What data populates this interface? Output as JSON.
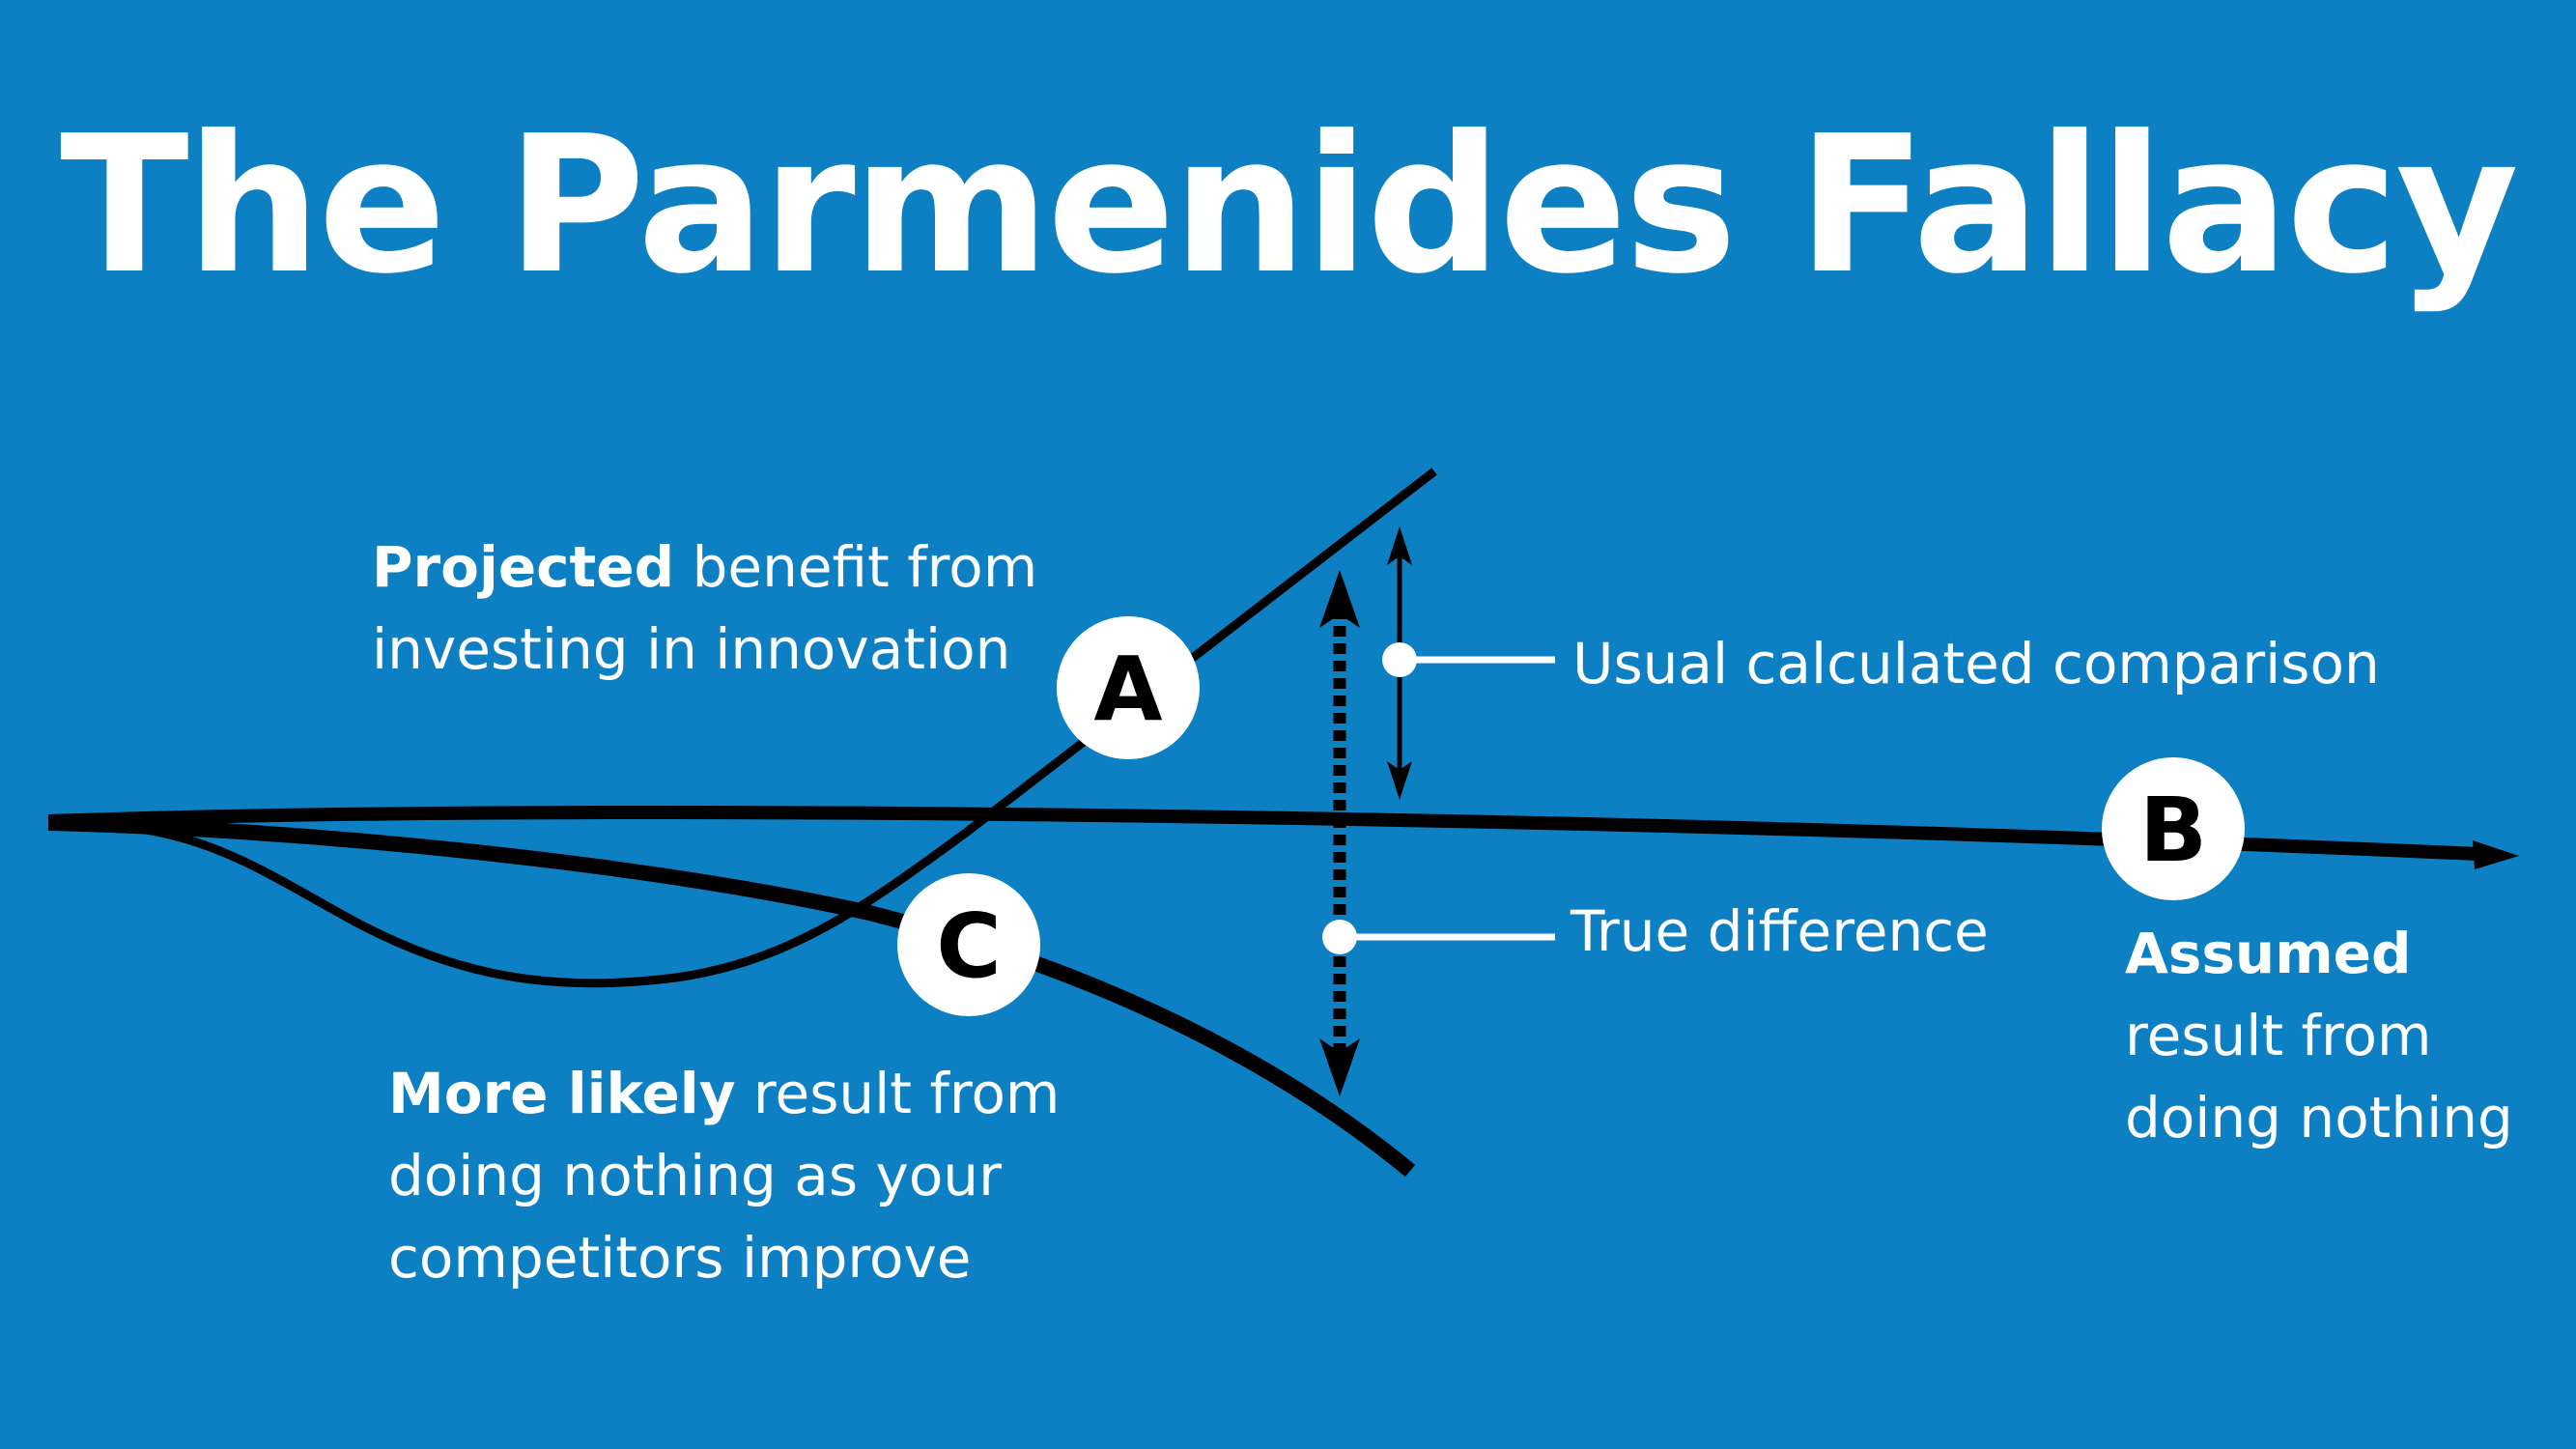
{
  "title": "The Parmenides Fallacy",
  "labels": {
    "projected": {
      "bold": "Projected",
      "line1_rest": " benefit from",
      "line2": "investing in innovation"
    },
    "more_likely": {
      "bold": "More likely",
      "line1_rest": " result from",
      "line2": "doing nothing as your",
      "line3": "competitors improve"
    },
    "assumed": {
      "bold": "Assumed",
      "line2": "result from",
      "line3": "doing nothing"
    },
    "usual": "Usual calculated comparison",
    "true_difference": "True difference"
  },
  "badges": {
    "a": "A",
    "b": "B",
    "c": "C"
  },
  "colors": {
    "background": "#0d80c3",
    "ink": "#000000",
    "text": "#ffffff"
  }
}
